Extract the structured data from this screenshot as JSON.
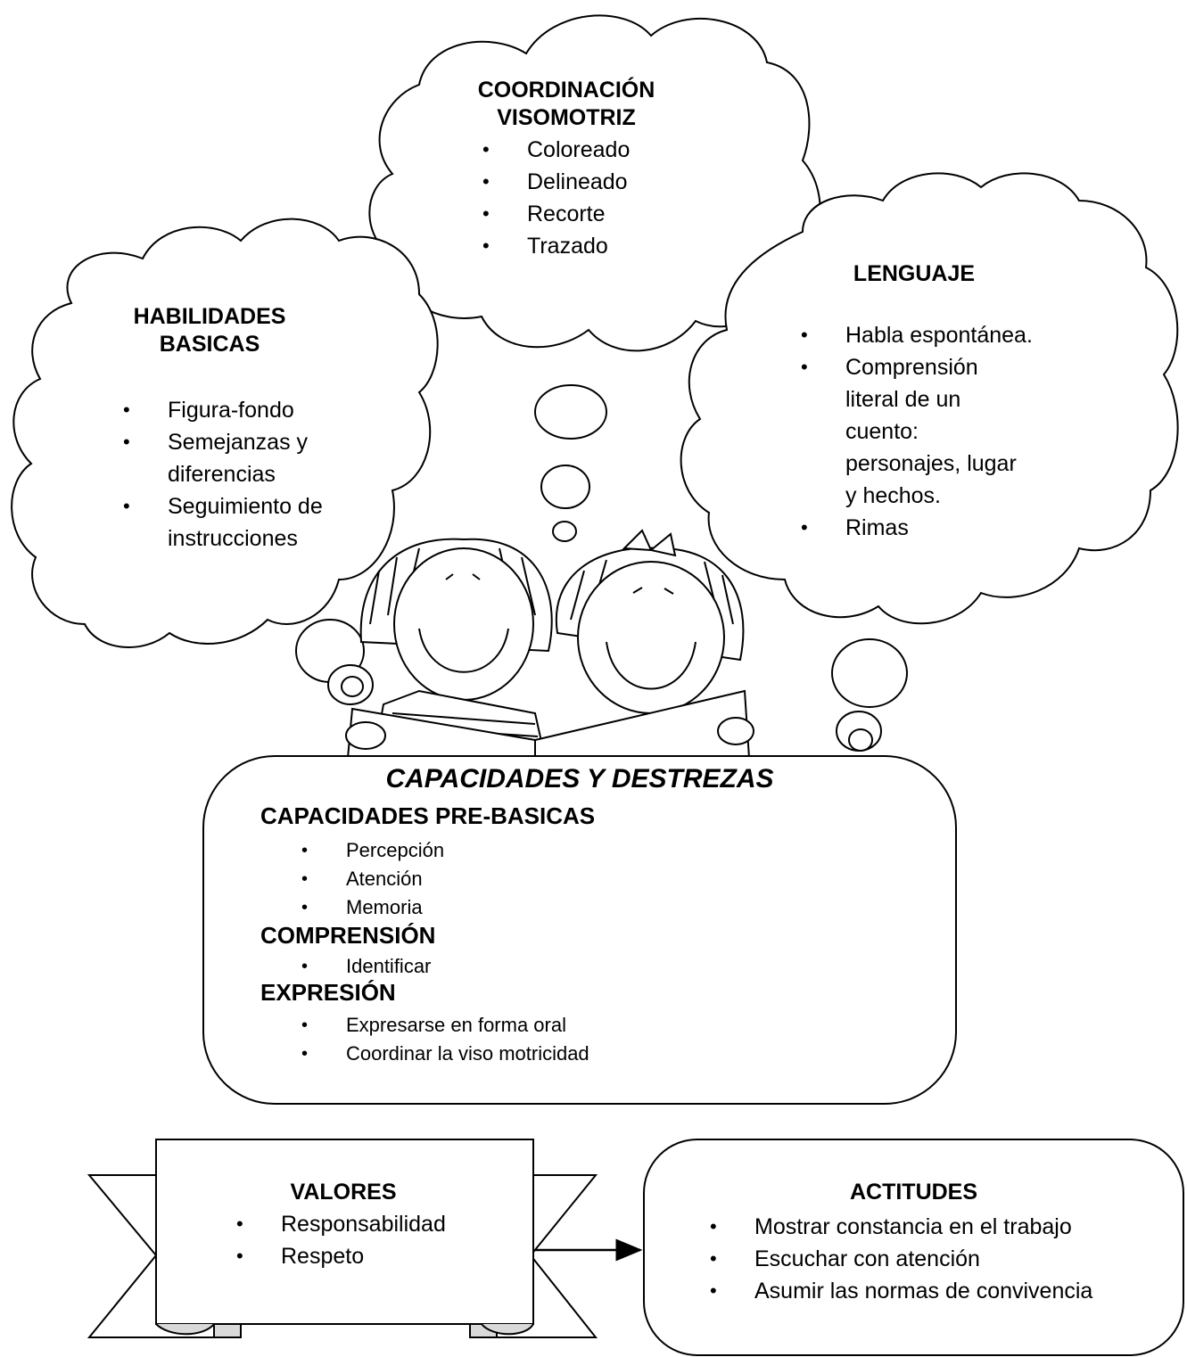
{
  "coordinacion": {
    "title": "COORDINACIÓN VISOMOTRIZ",
    "items": [
      "Coloreado",
      "Delineado",
      "Recorte",
      "Trazado"
    ]
  },
  "habilidades": {
    "title": "HABILIDADES BASICAS",
    "items": [
      "Figura-fondo",
      "Semejanzas y diferencias",
      "Seguimiento de instrucciones"
    ]
  },
  "lenguaje": {
    "title": "LENGUAJE",
    "items": [
      "Habla espontánea.",
      "Comprensión literal de un cuento: personajes, lugar y hechos.",
      "Rimas"
    ]
  },
  "capacidades": {
    "title": "CAPACIDADES Y DESTREZAS",
    "sections": [
      {
        "heading": "CAPACIDADES PRE-BASICAS",
        "items": [
          "Percepción",
          "Atención",
          "Memoria"
        ]
      },
      {
        "heading": "COMPRENSIÓN",
        "items": [
          "Identificar"
        ]
      },
      {
        "heading": "EXPRESIÓN",
        "items": [
          "Expresarse en forma oral",
          "Coordinar la viso motricidad"
        ]
      }
    ]
  },
  "valores": {
    "title": "VALORES",
    "items": [
      "Responsabilidad",
      "Respeto"
    ]
  },
  "actitudes": {
    "title": "ACTITUDES",
    "items": [
      "Mostrar constancia en el trabajo",
      "Escuchar con atención",
      "Asumir las normas de convivencia"
    ]
  },
  "illustration": {
    "icon": "children-reading-icon"
  }
}
